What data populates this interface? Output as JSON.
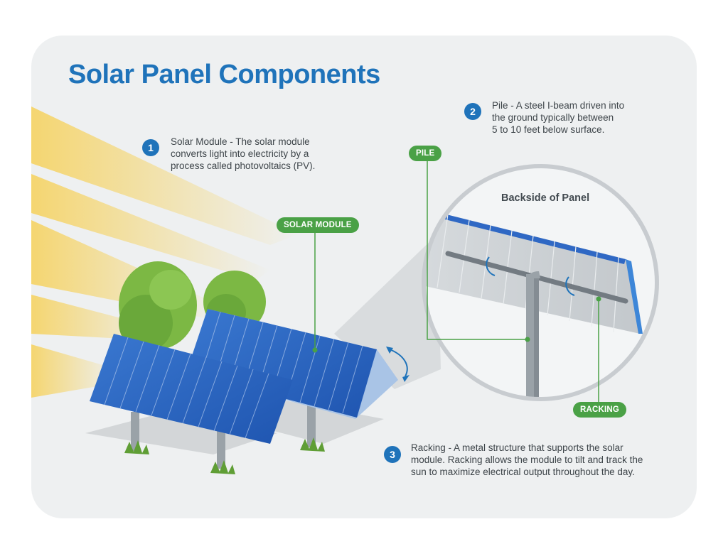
{
  "title": "Solar Panel Components",
  "components": [
    {
      "number": "1",
      "text_lines": [
        "Solar Module - The solar module",
        "converts light into electricity by a",
        "process called photovoltaics (PV)."
      ]
    },
    {
      "number": "2",
      "text_lines": [
        "Pile - A steel I-beam driven into",
        "the ground typically between",
        "5 to 10 feet below surface."
      ]
    },
    {
      "number": "3",
      "text_lines": [
        "Racking - A metal structure that supports the solar",
        "module. Racking allows the module to tilt and track the",
        "sun to maximize electrical output throughout the day."
      ]
    }
  ],
  "labels": {
    "solar_module": "SOLAR MODULE",
    "pile": "PILE",
    "racking": "RACKING"
  },
  "inset": {
    "title": "Backside of Panel"
  },
  "colors": {
    "accent_blue": "#1f73ba",
    "label_green": "#4aa146",
    "panel_blue": "#2f68c4",
    "background": "#eef0f1"
  }
}
